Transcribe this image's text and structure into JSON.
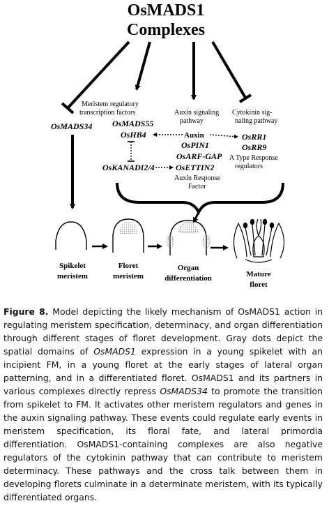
{
  "diagram": {
    "title_line1": "OsMADS1",
    "title_line2": "Complexes",
    "meristem_label_line1": "Meristem regulatory",
    "meristem_label_line2": "transcription factors",
    "auxin_label_line1": "Auxin signaling",
    "auxin_label_line2": "pathway",
    "cytokinin_label_line1": "Cytokinin sig-",
    "cytokinin_label_line2": "naling pathway",
    "gene_osmads34": "OsMADS34",
    "gene_osmads55": "OsMADS55",
    "gene_oshb4": "OsHB4",
    "gene_oskanadi": "OsKANADI2/4",
    "auxin_word": "Auxin",
    "gene_ospin1": "OsPIN1",
    "gene_osarfgap": "OsARF-GAP",
    "gene_osettin2": "OsETTIN2",
    "arf_label_line1": "Auxin Response",
    "arf_label_line2": "Factor",
    "gene_osrr1": "OsRR1",
    "gene_osrr9": "OsRR9",
    "rr_label_line1": "A Type Response",
    "rr_label_line2": "regulators",
    "stage1_line1": "Spikelet",
    "stage1_line2": "meristem",
    "stage2_line1": "Floret",
    "stage2_line2": "meristem",
    "stage3_line1": "Organ",
    "stage3_line2": "differentiation",
    "stage4_line1": "Mature",
    "stage4_line2": "floret"
  },
  "caption": {
    "figure_label": "Figure 8.",
    "text_1": " Model depicting the likely mechanism of OsMADS1 action in regulating meristem specification, determinacy, and organ differentiation through different stages of floret development. Gray dots depict the spatial domains of ",
    "italic_1": "OsMADS1",
    "text_2": " expression in a young spikelet with an incipient FM, in a young floret at the early stages of lateral organ patterning, and in a differentiated floret. OsMADS1 and its partners in various complexes directly repress ",
    "italic_2": "OsMADS34",
    "text_3": " to promote the transition from spikelet to FM. It activates other meristem regulators and genes in the auxin signaling pathway. These events could regulate early events in meristem specification, its floral fate, and lateral primordia differentiation. OsMADS1-containing complexes are also negative regulators of the cytokinin pathway that can contribute to meristem determinacy. These pathways and the cross talk between them in developing florets culminate in a determinate meristem, with its typically differentiated organs."
  }
}
